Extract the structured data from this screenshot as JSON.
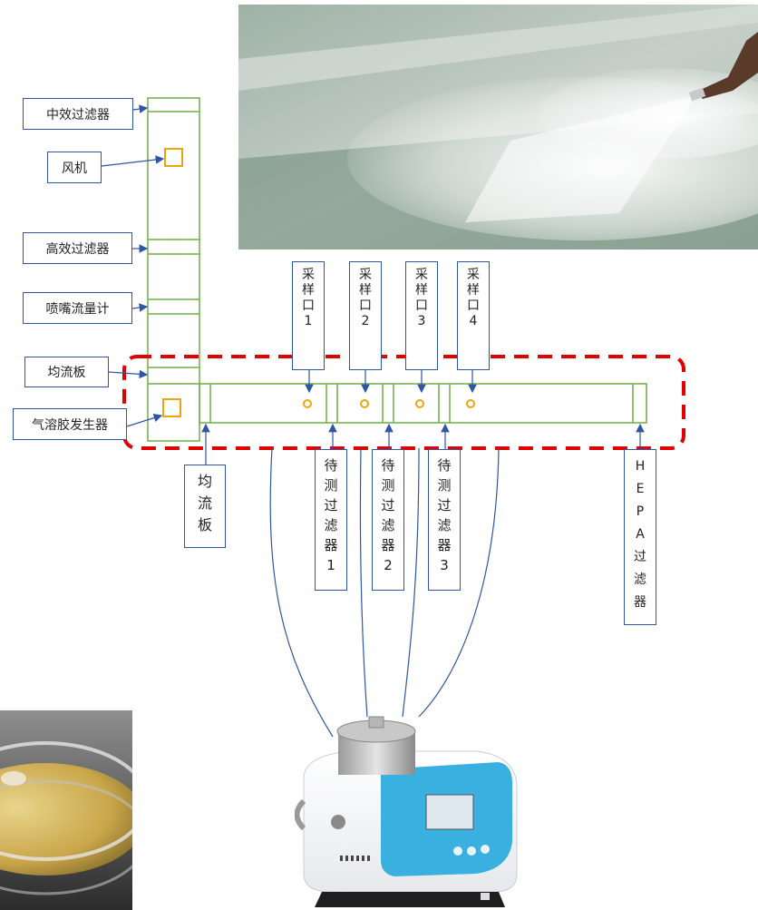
{
  "left_labels": {
    "medium_filter": "中效过滤器",
    "fan": "风机",
    "hepa_filter": "高效过滤器",
    "nozzle_flowmeter": "喷嘴流量计",
    "flow_plate": "均流板",
    "aerosol_generator": "气溶胶发生器"
  },
  "sampling_ports": [
    {
      "chars": [
        "采",
        "样",
        "口",
        "1"
      ]
    },
    {
      "chars": [
        "采",
        "样",
        "口",
        "2"
      ]
    },
    {
      "chars": [
        "采",
        "样",
        "口",
        "3"
      ]
    },
    {
      "chars": [
        "采",
        "样",
        "口",
        "4"
      ]
    }
  ],
  "bottom_labels": {
    "flow_plate": [
      "均",
      "流",
      "板"
    ],
    "test_filter_1": [
      "待",
      "测",
      "过",
      "滤",
      "器",
      "1"
    ],
    "test_filter_2": [
      "待",
      "测",
      "过",
      "滤",
      "器",
      "2"
    ],
    "test_filter_3": [
      "待",
      "测",
      "过",
      "滤",
      "器",
      "3"
    ],
    "hepa": [
      "H",
      "E",
      "P",
      "A",
      "过",
      "滤",
      "器"
    ]
  },
  "colors": {
    "duct": "#70ad47",
    "arrow": "#2f55a4",
    "port_marker": "#f0a30a",
    "highlight_dash": "#e00000"
  },
  "icons": {
    "spray_photo": "spray-nozzle-photo",
    "petri_photo": "petri-dish-photo",
    "sampler_device": "microbial-air-sampler-device"
  }
}
